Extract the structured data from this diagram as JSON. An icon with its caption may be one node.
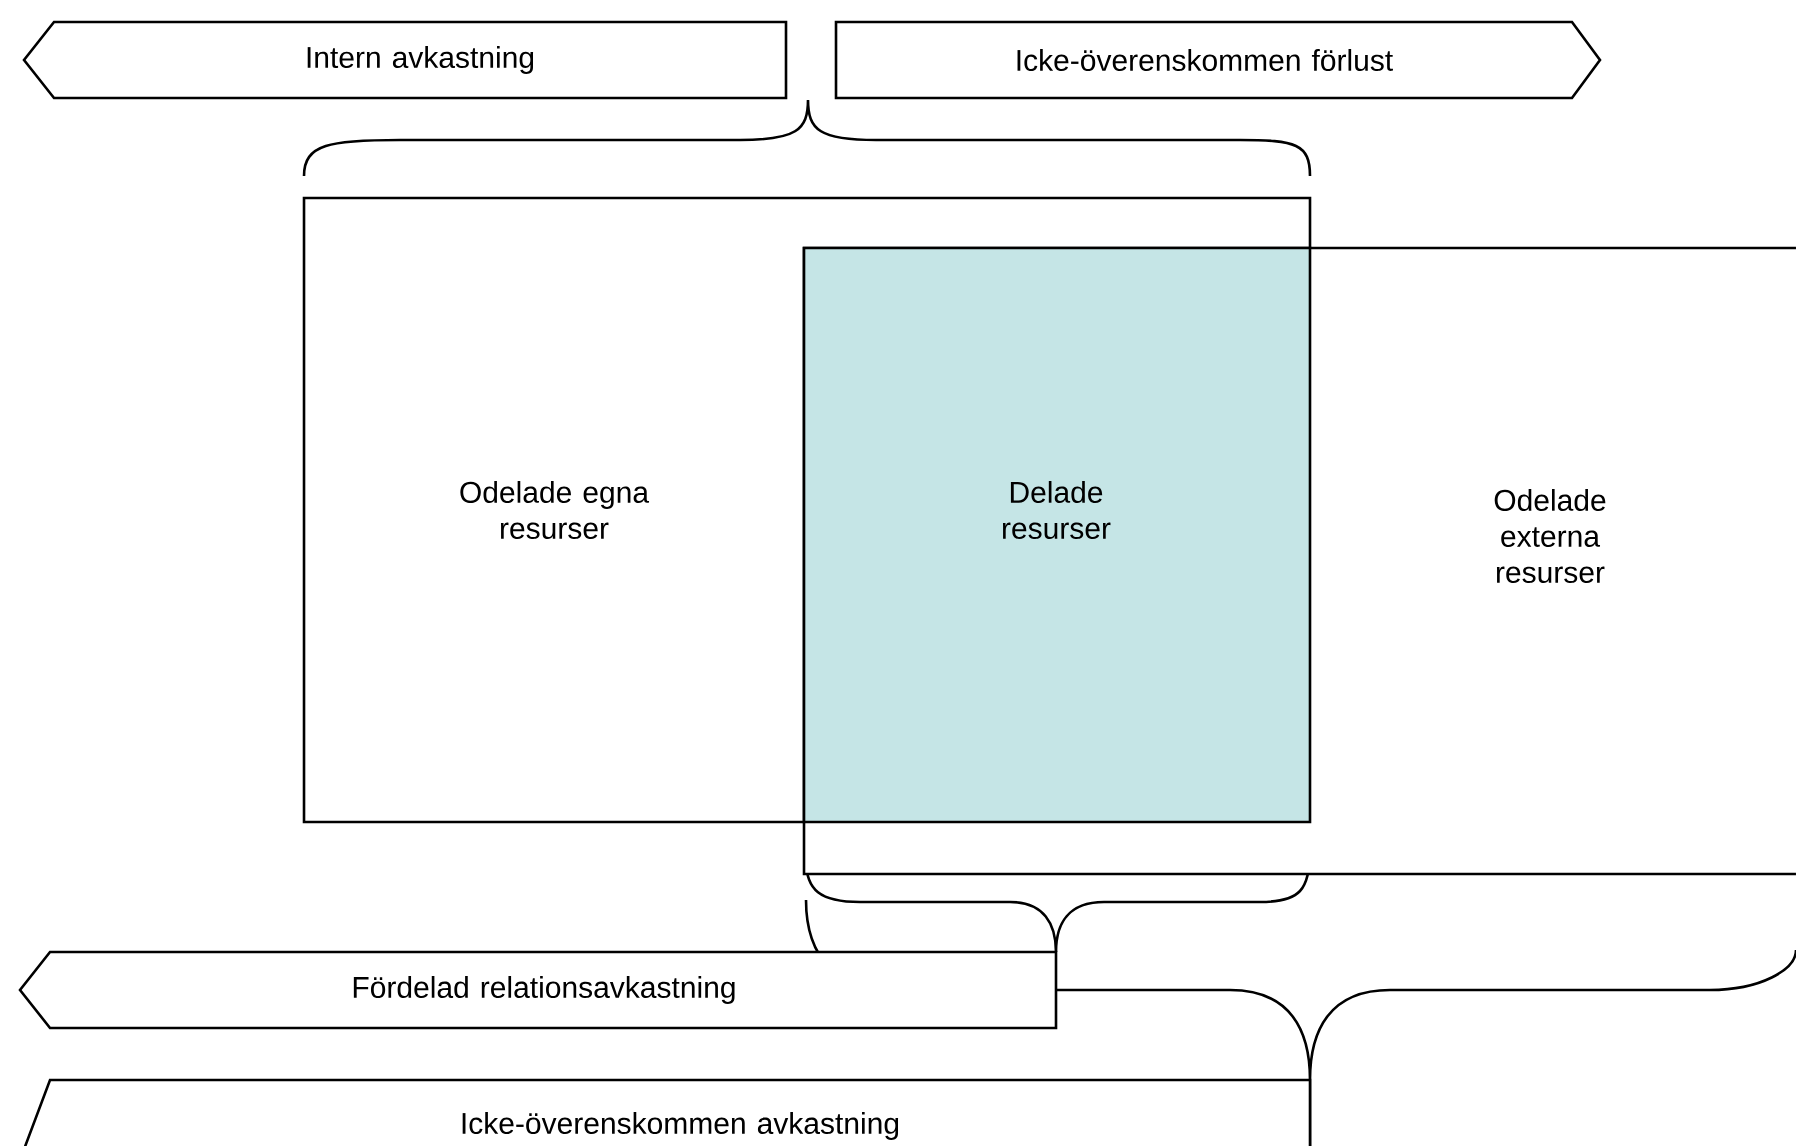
{
  "diagram": {
    "nodes": [
      {
        "text": [
          "Intern avkastning"
        ]
      },
      {
        "text": [
          "Icke-överenskommen förlust"
        ]
      },
      {
        "text": [
          "Odelade egna resurser"
        ]
      },
      {
        "text": [
          "Delade resurser"
        ]
      },
      {
        "text": [
          "Odelade externa resurser"
        ]
      },
      {
        "text": [
          "Fördelad relationsavkastning"
        ]
      },
      {
        "text": [
          "Icke-överenskommen avkastning"
        ]
      }
    ]
  }
}
